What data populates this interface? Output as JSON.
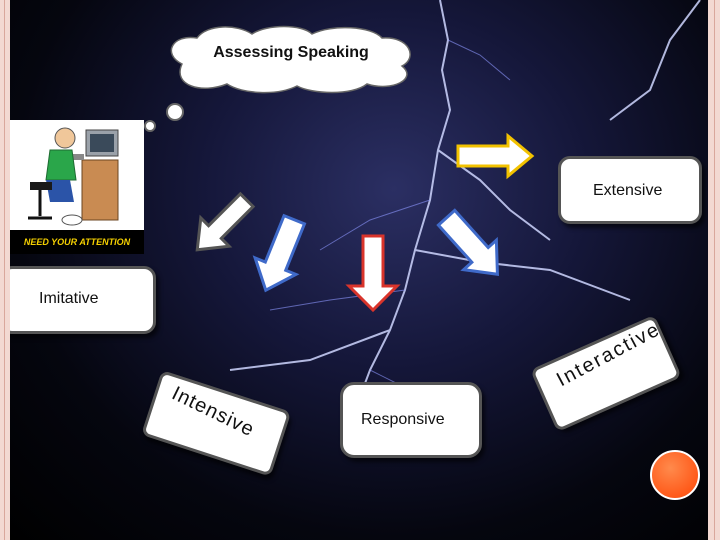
{
  "title": "Assessing Speaking",
  "clipart_caption": "NEED YOUR ATTENTION",
  "labels": {
    "extensive": "Extensive",
    "imitative": "Imitative",
    "intensive": "Intensive",
    "responsive": "Responsive",
    "interactive": "Interactive"
  },
  "colors": {
    "arrow_yellow_border": "#f2c200",
    "arrow_red_border": "#d9342b",
    "arrow_blue_border": "#3f6ac9",
    "arrow_gray_border": "#666666",
    "accent_orange": "#ff5a1a"
  }
}
